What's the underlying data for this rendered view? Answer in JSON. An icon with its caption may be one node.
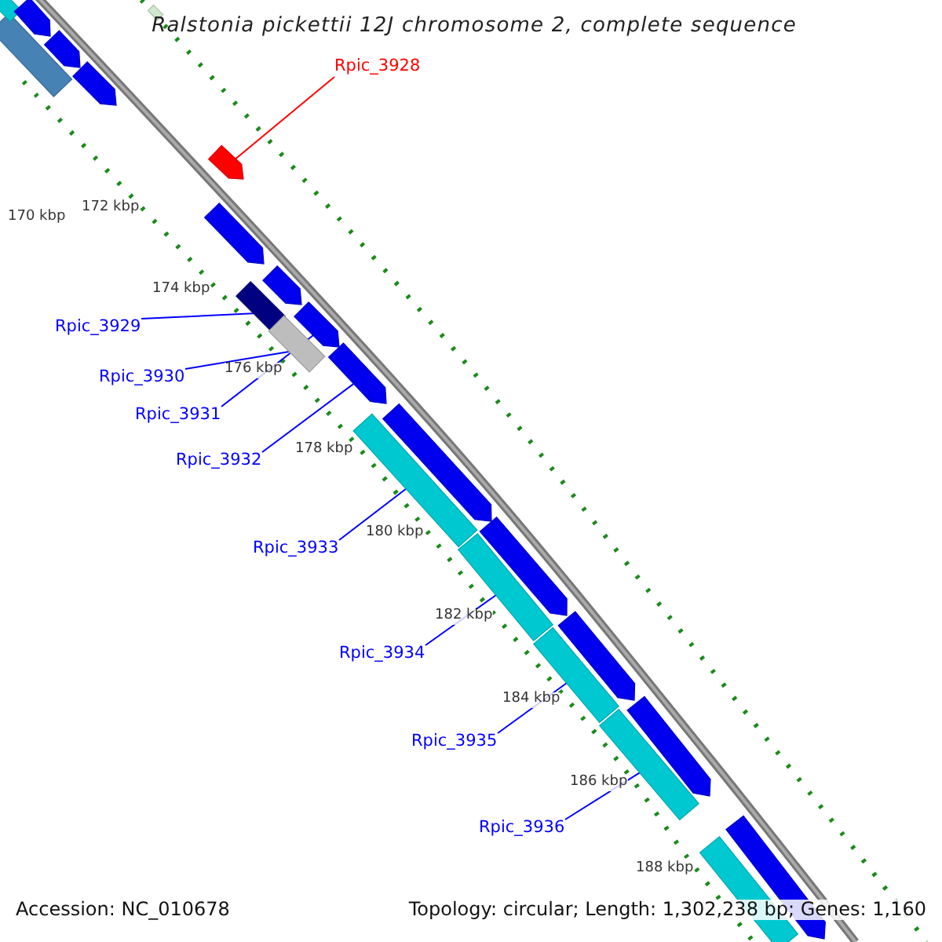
{
  "diagram": {
    "title": "Ralstonia pickettii 12J chromosome 2, complete sequence",
    "nodes": [
      {
        "text": [
          "Rpic_3928"
        ]
      },
      {
        "text": [],
        "shape": "pentagon"
      },
      {
        "text": [
          "Rpic_3929"
        ]
      },
      {
        "text": [],
        "shape": "bar"
      },
      {
        "text": [
          "Rpic_3930"
        ]
      },
      {
        "text": [],
        "shape": "bar"
      },
      {
        "text": [
          "Rpic_3931"
        ]
      },
      {
        "text": [],
        "shape": "pentagon"
      },
      {
        "text": [
          "Rpic_3932"
        ]
      },
      {
        "text": [],
        "shape": "pentagon"
      },
      {
        "text": [
          "Rpic_3933"
        ]
      },
      {
        "text": [],
        "shape": "bar"
      },
      {
        "text": [
          "Rpic_3934"
        ]
      },
      {
        "text": [],
        "shape": "bar"
      },
      {
        "text": [
          "Rpic_3935"
        ]
      },
      {
        "text": [],
        "shape": "bar"
      },
      {
        "text": [
          "Rpic_3936"
        ]
      },
      {
        "text": [],
        "shape": "bar"
      },
      {
        "text": [],
        "shape": "bar"
      },
      {
        "text": [],
        "shape": "bar"
      },
      {
        "text": [],
        "shape": "pentagon"
      },
      {
        "text": [],
        "shape": "pentagon"
      },
      {
        "text": [],
        "shape": "pentagon"
      },
      {
        "text": [],
        "shape": "pentagon"
      },
      {
        "text": [],
        "shape": "pentagon"
      },
      {
        "text": [],
        "shape": "pentagon"
      },
      {
        "text": [],
        "shape": "pentagon"
      },
      {
        "text": [],
        "shape": "pentagon"
      },
      {
        "text": [],
        "shape": "pentagon"
      },
      {
        "text": [],
        "shape": "pentagon"
      },
      {
        "text": [],
        "shape": "bar"
      },
      {
        "text": [],
        "shape": "bar"
      }
    ],
    "edges": [
      {
        "from": 0,
        "to": 1,
        "arrow": "none",
        "color": "#ff0000"
      },
      {
        "from": 2,
        "to": 3,
        "arrow": "none"
      },
      {
        "from": 4,
        "to": 5,
        "arrow": "none"
      },
      {
        "from": 6,
        "to": 7,
        "arrow": "none"
      },
      {
        "from": 8,
        "to": 9,
        "arrow": "none"
      },
      {
        "from": 10,
        "to": 11,
        "arrow": "none"
      },
      {
        "from": 12,
        "to": 13,
        "arrow": "none"
      },
      {
        "from": 14,
        "to": 15,
        "arrow": "none"
      },
      {
        "from": 16,
        "to": 17,
        "arrow": "none"
      }
    ],
    "labels": [
      "170 kbp",
      "172 kbp",
      "174 kbp",
      "176 kbp",
      "178 kbp",
      "180 kbp",
      "182 kbp",
      "184 kbp",
      "186 kbp",
      "188 kbp",
      "Accession: NC_010678",
      "Topology: circular; Length: 1,302,238 bp; Genes: 1,160"
    ]
  }
}
